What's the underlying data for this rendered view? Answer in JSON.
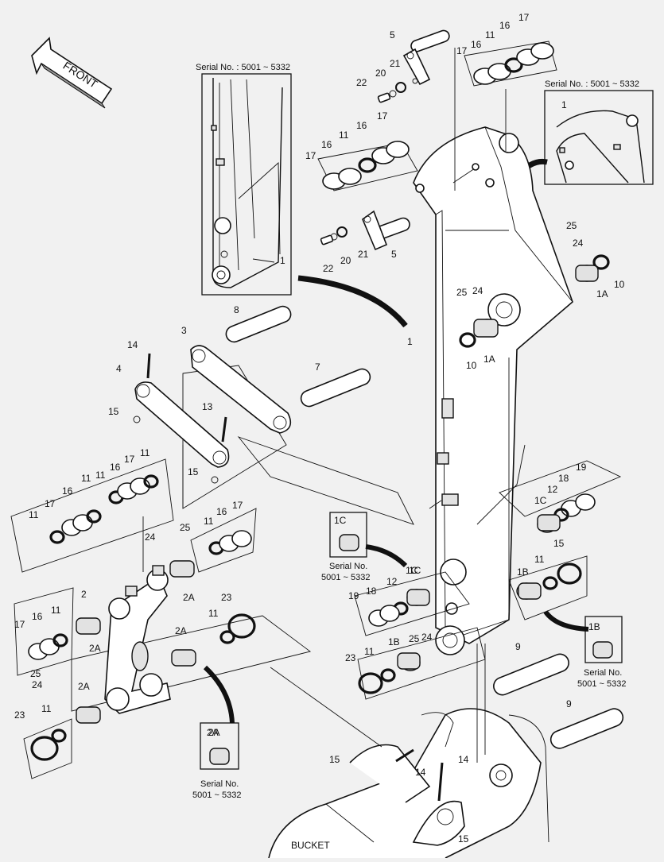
{
  "diagram": {
    "front_arrow": "FRONT",
    "bucket": "BUCKET",
    "serial_boxes": [
      {
        "id": "box-boom-left",
        "line1": "Serial No. : 5001 ~ 5332"
      },
      {
        "id": "box-boom-right",
        "line1": "Serial No. : 5001 ~ 5332"
      },
      {
        "id": "box-1c",
        "tag": "1C",
        "line1": "Serial No.",
        "line2": "5001 ~ 5332"
      },
      {
        "id": "box-1b",
        "tag": "1B",
        "line1": "Serial No.",
        "line2": "5001 ~ 5332"
      },
      {
        "id": "box-2a",
        "tag": "2A",
        "line1": "Serial No.",
        "line2": "5001 ~ 5332"
      }
    ],
    "callouts": [
      {
        "t": "5"
      },
      {
        "t": "21"
      },
      {
        "t": "20"
      },
      {
        "t": "22"
      },
      {
        "t": "17"
      },
      {
        "t": "16"
      },
      {
        "t": "11"
      },
      {
        "t": "16"
      },
      {
        "t": "17"
      },
      {
        "t": "1"
      },
      {
        "t": "1"
      },
      {
        "t": "17"
      },
      {
        "t": "16"
      },
      {
        "t": "11"
      },
      {
        "t": "16"
      },
      {
        "t": "17"
      },
      {
        "t": "22"
      },
      {
        "t": "20"
      },
      {
        "t": "21"
      },
      {
        "t": "5"
      },
      {
        "t": "25"
      },
      {
        "t": "24"
      },
      {
        "t": "1A"
      },
      {
        "t": "10"
      },
      {
        "t": "25"
      },
      {
        "t": "24"
      },
      {
        "t": "10"
      },
      {
        "t": "1A"
      },
      {
        "t": "8"
      },
      {
        "t": "3"
      },
      {
        "t": "14"
      },
      {
        "t": "4"
      },
      {
        "t": "1"
      },
      {
        "t": "7"
      },
      {
        "t": "15"
      },
      {
        "t": "13"
      },
      {
        "t": "15"
      },
      {
        "t": "16"
      },
      {
        "t": "17"
      },
      {
        "t": "11"
      },
      {
        "t": "11"
      },
      {
        "t": "16"
      },
      {
        "t": "11"
      },
      {
        "t": "17"
      },
      {
        "t": "11"
      },
      {
        "t": "19"
      },
      {
        "t": "18"
      },
      {
        "t": "12"
      },
      {
        "t": "1C"
      },
      {
        "t": "25"
      },
      {
        "t": "24"
      },
      {
        "t": "11"
      },
      {
        "t": "16"
      },
      {
        "t": "17"
      },
      {
        "t": "1C"
      },
      {
        "t": "15"
      },
      {
        "t": "1B"
      },
      {
        "t": "11"
      },
      {
        "t": "2"
      },
      {
        "t": "2A"
      },
      {
        "t": "23"
      },
      {
        "t": "18"
      },
      {
        "t": "12"
      },
      {
        "t": "1C"
      },
      {
        "t": "17"
      },
      {
        "t": "16"
      },
      {
        "t": "11"
      },
      {
        "t": "2A"
      },
      {
        "t": "11"
      },
      {
        "t": "19"
      },
      {
        "t": "25"
      },
      {
        "t": "24"
      },
      {
        "t": "2A"
      },
      {
        "t": "25"
      },
      {
        "t": "24"
      },
      {
        "t": "2A"
      },
      {
        "t": "23"
      },
      {
        "t": "11"
      },
      {
        "t": "1B"
      },
      {
        "t": "9"
      },
      {
        "t": "23"
      },
      {
        "t": "11"
      },
      {
        "t": "2A"
      },
      {
        "t": "9"
      },
      {
        "t": "15"
      },
      {
        "t": "14"
      },
      {
        "t": "14"
      },
      {
        "t": "15"
      }
    ]
  }
}
